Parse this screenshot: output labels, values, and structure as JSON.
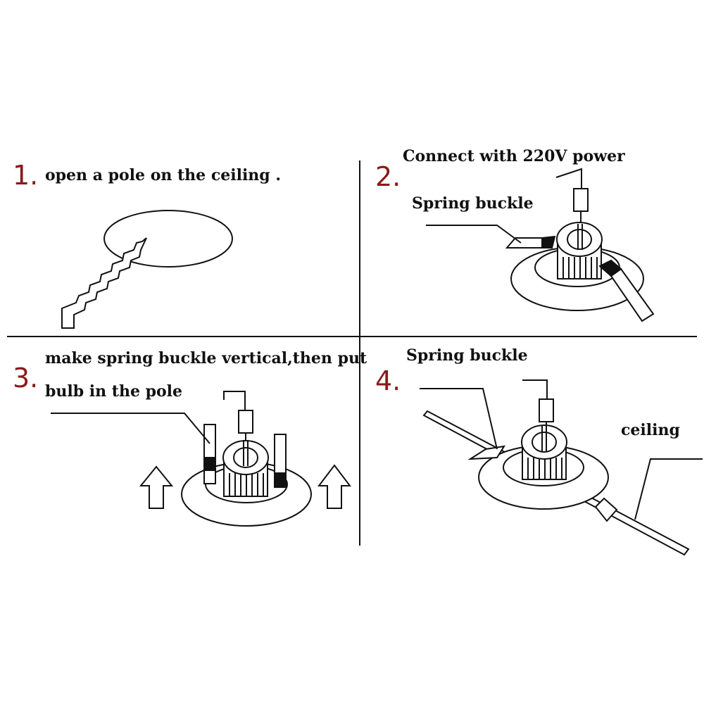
{
  "steps": [
    {
      "number": "1.",
      "text": "open a pole on the ceiling ."
    },
    {
      "number": "2.",
      "text": "Connect with 220V power",
      "label": "Spring buckle"
    },
    {
      "number": "3.",
      "text_line1": "make spring buckle vertical,then put",
      "text_line2": "bulb in the pole"
    },
    {
      "number": "4.",
      "label": "Spring buckle",
      "label2": "ceiling"
    }
  ],
  "colors": {
    "number": "#8b1a1a",
    "line": "#111111",
    "background": "#ffffff"
  },
  "icons": [
    "saw-icon",
    "downlight-icon",
    "up-arrow-icon"
  ]
}
